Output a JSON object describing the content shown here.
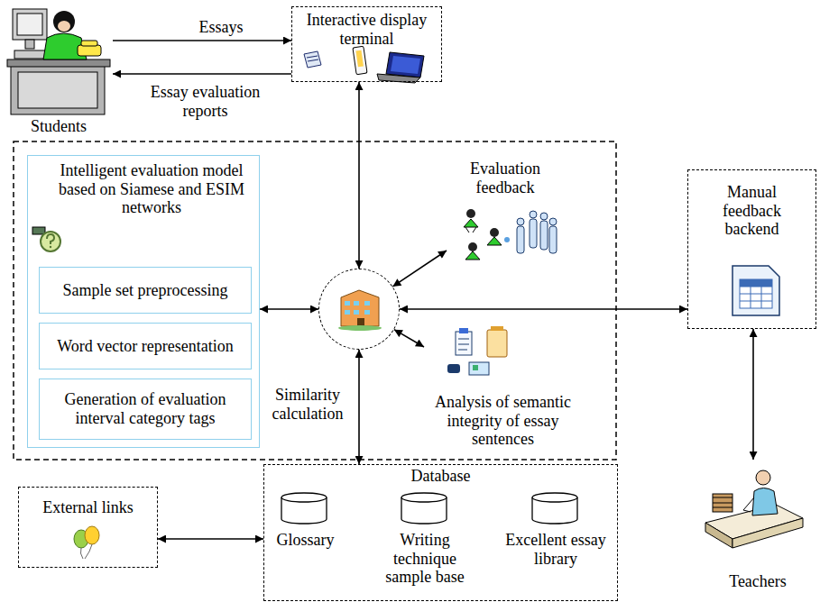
{
  "diagram": {
    "nodes": [
      {
        "text": [
          "Students"
        ]
      },
      {
        "text": [
          "Interactive display terminal"
        ]
      },
      {
        "text": [
          "Intelligent evaluation model based on Siamese and ESIM networks"
        ]
      },
      {
        "text": [
          "Sample set preprocessing"
        ],
        "in": 2
      },
      {
        "text": [
          "Word vector representation"
        ],
        "in": 2
      },
      {
        "text": [
          "Generation of evaluation interval category tags"
        ],
        "in": 2
      },
      {
        "text": []
      },
      {
        "text": [
          "Evaluation feedback"
        ]
      },
      {
        "text": [
          "Analysis of semantic integrity of essay sentences"
        ]
      },
      {
        "text": [
          "Manual feedback backend"
        ]
      },
      {
        "text": [
          "Teachers"
        ]
      },
      {
        "text": [
          "External links"
        ]
      },
      {
        "text": [
          "Database"
        ]
      },
      {
        "text": [
          "Glossary"
        ],
        "in": 12
      },
      {
        "text": [
          "Writing technique sample base"
        ],
        "in": 12
      },
      {
        "text": [
          "Excellent essay library"
        ],
        "in": 12
      }
    ],
    "edges": [
      {
        "from": 0,
        "to": 1,
        "label": "Essays",
        "arrow": "to"
      },
      {
        "from": 1,
        "to": 0,
        "label": "Essay evaluation reports",
        "arrow": "to"
      },
      {
        "from": 1,
        "to": 6,
        "arrow": "both"
      },
      {
        "from": 2,
        "to": 6,
        "arrow": "both"
      },
      {
        "from": 6,
        "to": 7,
        "arrow": "both"
      },
      {
        "from": 6,
        "to": 8,
        "arrow": "both"
      },
      {
        "from": 6,
        "to": 9,
        "arrow": "both"
      },
      {
        "from": 9,
        "to": 10,
        "arrow": "both"
      },
      {
        "from": 6,
        "to": 12,
        "label": "Similarity calculation",
        "arrow": "both"
      },
      {
        "from": 11,
        "to": 12,
        "arrow": "both"
      }
    ]
  }
}
